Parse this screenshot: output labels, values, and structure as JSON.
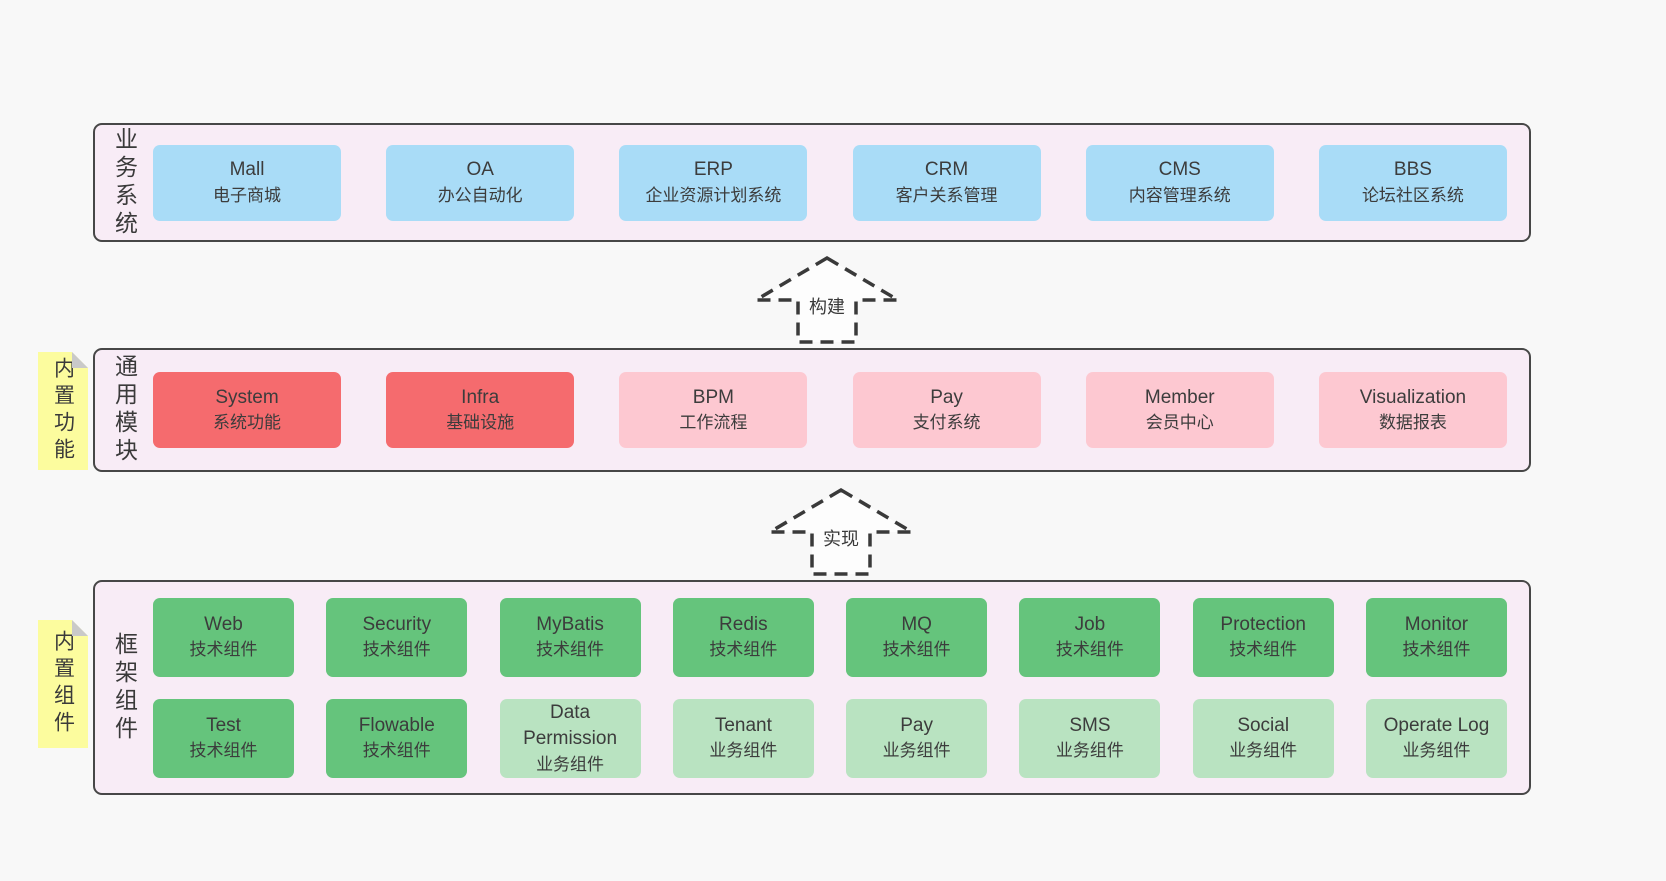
{
  "layers": {
    "business": {
      "label": "业务系统",
      "items": [
        {
          "title": "Mall",
          "subtitle": "电子商城",
          "variant": "blue"
        },
        {
          "title": "OA",
          "subtitle": "办公自动化",
          "variant": "blue"
        },
        {
          "title": "ERP",
          "subtitle": "企业资源计划系统",
          "variant": "blue"
        },
        {
          "title": "CRM",
          "subtitle": "客户关系管理",
          "variant": "blue"
        },
        {
          "title": "CMS",
          "subtitle": "内容管理系统",
          "variant": "blue"
        },
        {
          "title": "BBS",
          "subtitle": "论坛社区系统",
          "variant": "blue"
        }
      ]
    },
    "modules": {
      "label": "通用模块",
      "note": "内置功能",
      "items": [
        {
          "title": "System",
          "subtitle": "系统功能",
          "variant": "red"
        },
        {
          "title": "Infra",
          "subtitle": "基础设施",
          "variant": "red"
        },
        {
          "title": "BPM",
          "subtitle": "工作流程",
          "variant": "pink"
        },
        {
          "title": "Pay",
          "subtitle": "支付系统",
          "variant": "pink"
        },
        {
          "title": "Member",
          "subtitle": "会员中心",
          "variant": "pink"
        },
        {
          "title": "Visualization",
          "subtitle": "数据报表",
          "variant": "pink"
        }
      ]
    },
    "framework": {
      "label": "框架组件",
      "note": "内置组件",
      "row1": [
        {
          "title": "Web",
          "subtitle": "技术组件",
          "variant": "green"
        },
        {
          "title": "Security",
          "subtitle": "技术组件",
          "variant": "green"
        },
        {
          "title": "MyBatis",
          "subtitle": "技术组件",
          "variant": "green"
        },
        {
          "title": "Redis",
          "subtitle": "技术组件",
          "variant": "green"
        },
        {
          "title": "MQ",
          "subtitle": "技术组件",
          "variant": "green"
        },
        {
          "title": "Job",
          "subtitle": "技术组件",
          "variant": "green"
        },
        {
          "title": "Protection",
          "subtitle": "技术组件",
          "variant": "green"
        },
        {
          "title": "Monitor",
          "subtitle": "技术组件",
          "variant": "green"
        }
      ],
      "row2": [
        {
          "title": "Test",
          "subtitle": "技术组件",
          "variant": "green"
        },
        {
          "title": "Flowable",
          "subtitle": "技术组件",
          "variant": "green"
        },
        {
          "title": "Data Permission",
          "subtitle": "业务组件",
          "variant": "lightgreen"
        },
        {
          "title": "Tenant",
          "subtitle": "业务组件",
          "variant": "lightgreen"
        },
        {
          "title": "Pay",
          "subtitle": "业务组件",
          "variant": "lightgreen"
        },
        {
          "title": "SMS",
          "subtitle": "业务组件",
          "variant": "lightgreen"
        },
        {
          "title": "Social",
          "subtitle": "业务组件",
          "variant": "lightgreen"
        },
        {
          "title": "Operate Log",
          "subtitle": "业务组件",
          "variant": "lightgreen"
        }
      ]
    }
  },
  "arrows": [
    {
      "label": "构建"
    },
    {
      "label": "实现"
    }
  ],
  "colors": {
    "page_background": "#f8f8f8",
    "layer_background": "#f8ecf6",
    "layer_border": "#474747",
    "business_box": "#a9dcf7",
    "core_module_box": "#f56b6e",
    "optional_module_box": "#fdc8d1",
    "tech_component_box": "#65c47c",
    "biz_component_box": "#b9e3c1",
    "sticky_note": "#fcfc9e",
    "text": "#3c3c3c"
  }
}
